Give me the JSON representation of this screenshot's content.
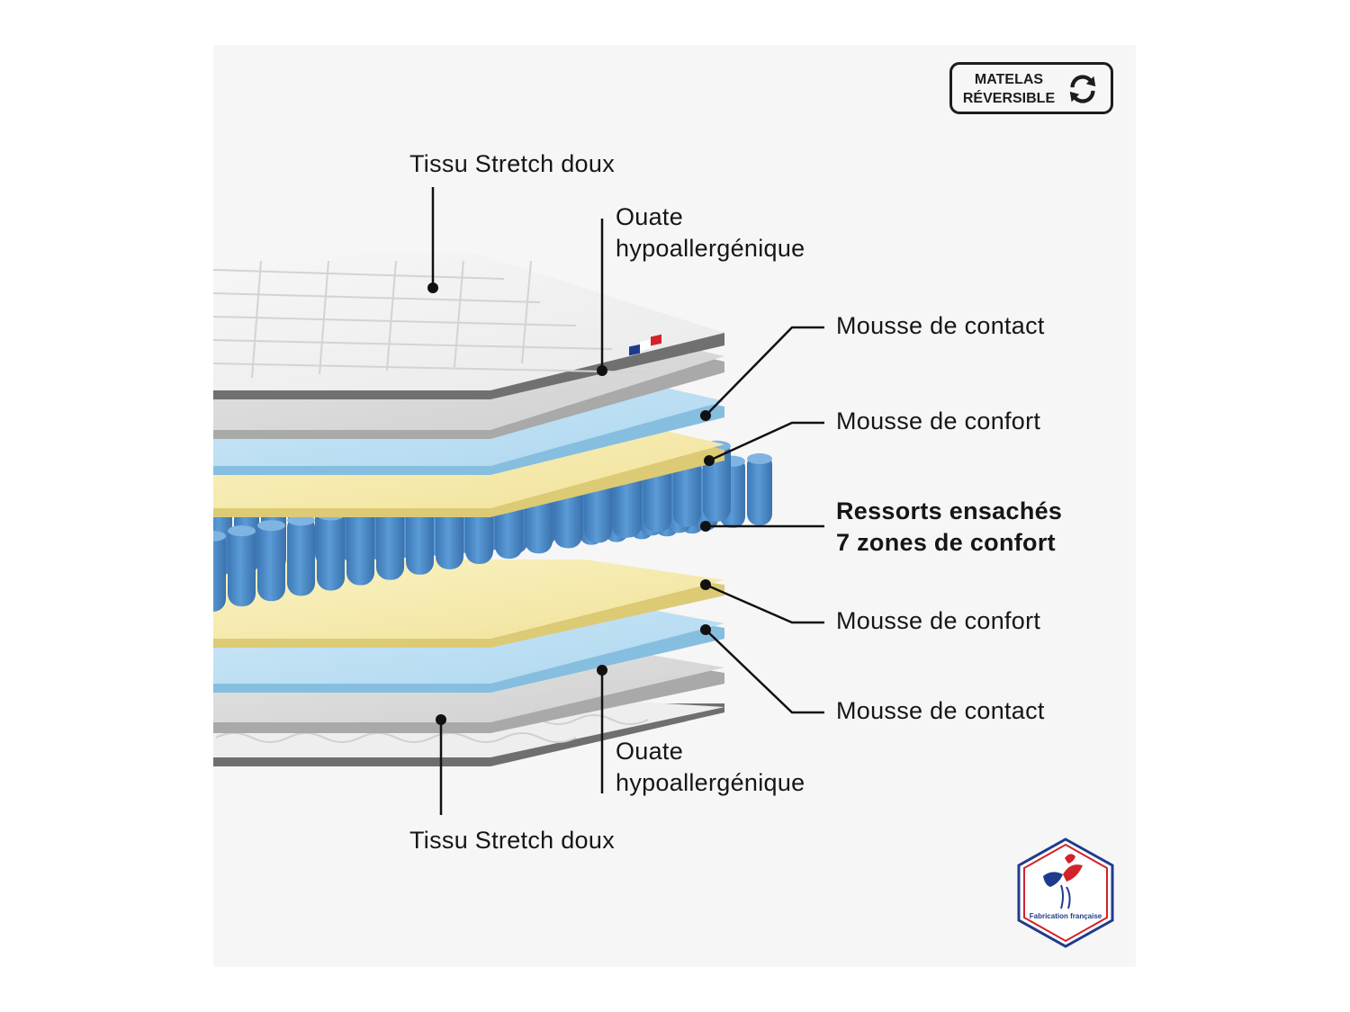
{
  "labels": {
    "top_fabric": "Tissu Stretch doux",
    "top_wadding_line1": "Ouate",
    "top_wadding_line2": "hypoallergénique",
    "top_contact_foam": "Mousse de contact",
    "top_comfort_foam": "Mousse de confort",
    "springs_line1": "Ressorts ensachés",
    "springs_line2": "7 zones de confort",
    "bottom_comfort_foam": "Mousse de confort",
    "bottom_contact_foam": "Mousse de contact",
    "bottom_wadding_line1": "Ouate",
    "bottom_wadding_line2": "hypoallergénique",
    "bottom_fabric": "Tissu Stretch doux"
  },
  "badge": {
    "line1": "MATELAS",
    "line2": "RÉVERSIBLE",
    "icon": "reverse-arrows-icon"
  },
  "seal": {
    "text": "Fabrication française",
    "icon": "rooster-icon"
  },
  "colors": {
    "fabric": "#f3f3f3",
    "wadding": "#d6d6d6",
    "contact_foam": "#bfe0f3",
    "comfort_foam": "#f7eeb7",
    "springs": "#4a8ac8",
    "leader": "#111111",
    "flag_blue": "#1f3b8f",
    "flag_red": "#d2232a"
  }
}
